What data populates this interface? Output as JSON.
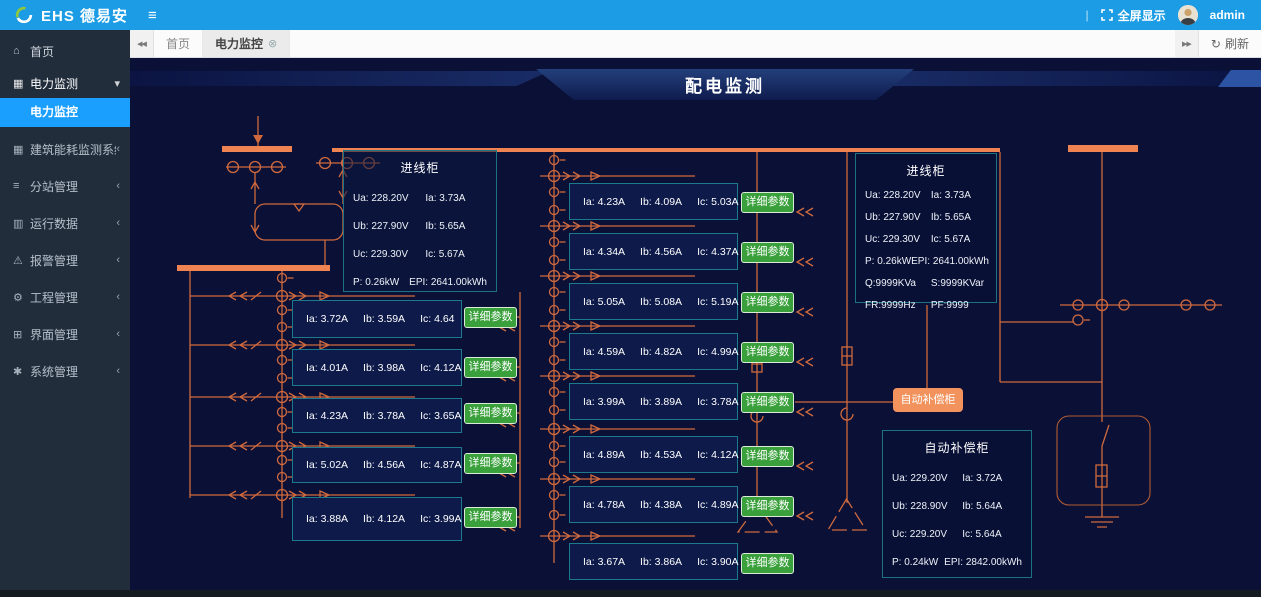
{
  "navbar": {
    "brand": "EHS 德易安",
    "divider": "|",
    "fullscreen": "全屏显示",
    "user": "admin"
  },
  "icons": {
    "hamburger": "≡",
    "chevron_down": "▾",
    "chevron_left": "‹",
    "tab_close": "⊗",
    "collapse_left": "◀◀",
    "collapse_right": "▶▶",
    "refresh": "↻",
    "home": "⌂",
    "bank": "▦",
    "building": "▦",
    "list": "≡",
    "chart": "▥",
    "alarm": "⚠",
    "gears": "⚙",
    "window": "⊞",
    "gear": "✱"
  },
  "sidebar": {
    "items": [
      {
        "id": "home",
        "icon": "home",
        "label": "首页"
      },
      {
        "id": "power-monitoring",
        "icon": "bank",
        "label": "电力监测",
        "expanded": true,
        "children": [
          {
            "label": "电力监控",
            "active": true
          }
        ]
      },
      {
        "id": "building-energy",
        "icon": "building",
        "label": "建筑能耗监测系统"
      },
      {
        "id": "substation-mgmt",
        "icon": "list",
        "label": "分站管理"
      },
      {
        "id": "run-data",
        "icon": "chart",
        "label": "运行数据"
      },
      {
        "id": "alarm-mgmt",
        "icon": "alarm",
        "label": "报警管理"
      },
      {
        "id": "engineering-mgmt",
        "icon": "gears",
        "label": "工程管理"
      },
      {
        "id": "interface-mgmt",
        "icon": "window",
        "label": "界面管理"
      },
      {
        "id": "system-mgmt",
        "icon": "gear",
        "label": "系统管理"
      }
    ]
  },
  "tabbar": {
    "tabs": [
      {
        "label": "首页",
        "active": false,
        "closable": false
      },
      {
        "label": "电力监控",
        "active": true,
        "closable": true
      }
    ],
    "refresh": "刷新"
  },
  "content": {
    "title": "配电监测",
    "detail_button": "详细参数",
    "comp_button": "自动补偿柜",
    "incoming_left": {
      "title": "进线柜",
      "rows": [
        [
          "Ua: 228.20V",
          "Ia: 3.73A"
        ],
        [
          "Ub: 227.90V",
          "Ib: 5.65A"
        ],
        [
          "Uc: 229.30V",
          "Ic: 5.67A"
        ],
        [
          "P: 0.26kW",
          "EPI: 2641.00kWh"
        ]
      ]
    },
    "incoming_right": {
      "title": "进线柜",
      "rows": [
        [
          "Ua: 228.20V",
          "Ia: 3.73A"
        ],
        [
          "Ub: 227.90V",
          "Ib: 5.65A"
        ],
        [
          "Uc: 229.30V",
          "Ic: 5.67A"
        ],
        [
          "P: 0.26kW",
          "EPI: 2641.00kWh"
        ],
        [
          "Q:9999KVa",
          "S:9999KVar"
        ],
        [
          "FR:9999Hz",
          "PF:9999"
        ]
      ]
    },
    "compensation": {
      "title": "自动补偿柜",
      "rows": [
        [
          "Ua: 229.20V",
          "Ia: 3.72A"
        ],
        [
          "Ub: 228.90V",
          "Ib: 5.64A"
        ],
        [
          "Uc: 229.20V",
          "Ic: 5.64A"
        ],
        [
          "P: 0.24kW",
          "EPI: 2842.00kWh"
        ]
      ]
    },
    "left_feeders": [
      {
        "ia": "Ia: 3.72A",
        "ib": "Ib: 3.59A",
        "ic": "Ic: 4.64"
      },
      {
        "ia": "Ia: 4.01A",
        "ib": "Ib: 3.98A",
        "ic": "Ic: 4.12A"
      },
      {
        "ia": "Ia: 4.23A",
        "ib": "Ib: 3.78A",
        "ic": "Ic: 3.65A"
      },
      {
        "ia": "Ia: 5.02A",
        "ib": "Ib: 4.56A",
        "ic": "Ic: 4.87A"
      },
      {
        "ia": "Ia: 3.88A",
        "ib": "Ib: 4.12A",
        "ic": "Ic: 3.99A"
      }
    ],
    "mid_feeders": [
      {
        "ia": "Ia: 4.23A",
        "ib": "Ib: 4.09A",
        "ic": "Ic: 5.03A"
      },
      {
        "ia": "Ia: 4.34A",
        "ib": "Ib: 4.56A",
        "ic": "Ic: 4.37A"
      },
      {
        "ia": "Ia: 5.05A",
        "ib": "Ib: 5.08A",
        "ic": "Ic: 5.19A"
      },
      {
        "ia": "Ia: 4.59A",
        "ib": "Ib: 4.82A",
        "ic": "Ic: 4.99A"
      },
      {
        "ia": "Ia: 3.99A",
        "ib": "Ib: 3.89A",
        "ic": "Ic: 3.78A"
      },
      {
        "ia": "Ia: 4.89A",
        "ib": "Ib: 4.53A",
        "ic": "Ic: 4.12A"
      },
      {
        "ia": "Ia: 4.78A",
        "ib": "Ib: 4.38A",
        "ic": "Ic: 4.89A"
      },
      {
        "ia": "Ia: 3.67A",
        "ib": "Ib: 3.86A",
        "ic": "Ic: 3.90A"
      }
    ]
  },
  "colors": {
    "navbar_blue": "#1b9ce4",
    "active_menu_blue": "#1b9ffe",
    "line_orange": "#d06a3e",
    "bus_orange": "#ef8352",
    "teal_border": "#1c7183",
    "green_button": "#3aa03c",
    "orange_button": "#f2935e",
    "canvas_navy": "#0a1036"
  }
}
